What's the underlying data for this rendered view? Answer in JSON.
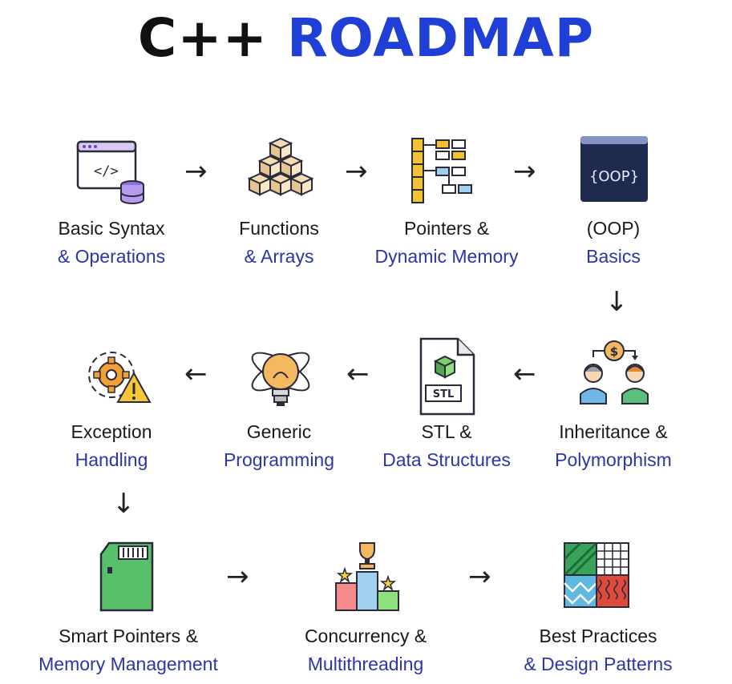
{
  "title": {
    "part1": "C++",
    "part2": "ROADMAP"
  },
  "icons": {
    "oop_text": "{OOP}",
    "stl_text": "STL",
    "dollar": "$"
  },
  "steps": [
    {
      "line1": "Basic Syntax",
      "line2": "& Operations",
      "icon": "code-database-icon"
    },
    {
      "line1": "Functions",
      "line2": "& Arrays",
      "icon": "stacked-cubes-icon"
    },
    {
      "line1": "Pointers &",
      "line2": "Dynamic Memory",
      "icon": "memory-tree-icon"
    },
    {
      "line1": "(OOP)",
      "line2": "Basics",
      "icon": "oop-window-icon"
    },
    {
      "line1": "Inheritance &",
      "line2": "Polymorphism",
      "icon": "people-exchange-icon"
    },
    {
      "line1": "STL &",
      "line2": "Data Structures",
      "icon": "stl-file-icon"
    },
    {
      "line1": "Generic",
      "line2": "Programming",
      "icon": "lightbulb-atom-icon"
    },
    {
      "line1": "Exception",
      "line2": "Handling",
      "icon": "gear-warning-icon"
    },
    {
      "line1": "Smart Pointers &",
      "line2": "Memory Management",
      "icon": "memory-card-icon"
    },
    {
      "line1": "Concurrency &",
      "line2": "Multithreading",
      "icon": "podium-trophy-icon"
    },
    {
      "line1": "Best Practices",
      "line2": "& Design Patterns",
      "icon": "pattern-grid-icon"
    }
  ],
  "arrows": {
    "right": "→",
    "left": "←",
    "down": "↓"
  },
  "colors": {
    "accent": "#1f3fd6",
    "label_blue": "#2d35a8",
    "text": "#1a1a1a"
  }
}
